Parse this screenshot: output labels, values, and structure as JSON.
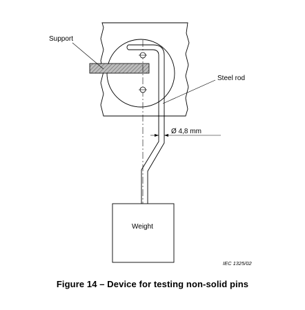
{
  "figure": {
    "labels": {
      "support": "Support",
      "steel_rod": "Steel rod",
      "diameter": "Ø 4,8 mm",
      "weight": "Weight"
    },
    "reference": "IEC  1325/02",
    "caption": "Figure 14 – Device for testing non-solid pins"
  },
  "colors": {
    "line": "#000000",
    "hatch_fill": "#8c8c8c",
    "background": "#ffffff"
  }
}
